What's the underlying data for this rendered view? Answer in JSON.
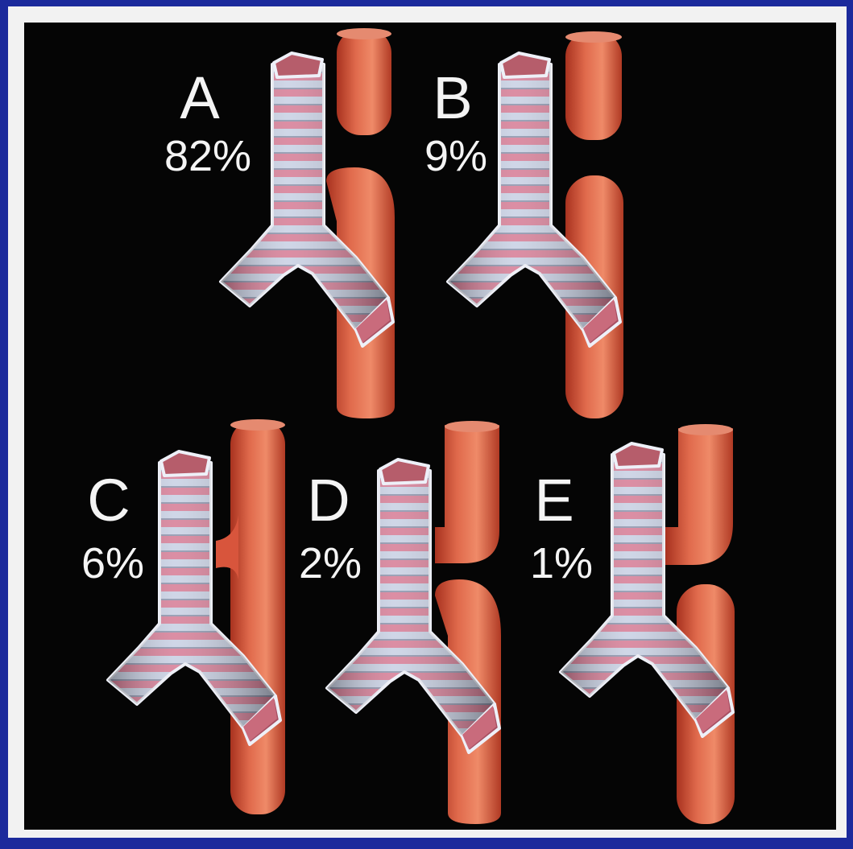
{
  "colors": {
    "slide_background": "#1c2a9c",
    "frame": "#f2f2f2",
    "panel": "#050505",
    "vessel": "#d8553c",
    "airway_ring": "#c9d1e4",
    "airway_band": "#d77f98",
    "label_text": "#f4f4f4"
  },
  "panels": [
    {
      "id": "A",
      "letter": "A",
      "percent": "82%"
    },
    {
      "id": "B",
      "letter": "B",
      "percent": "9%"
    },
    {
      "id": "C",
      "letter": "C",
      "percent": "6%"
    },
    {
      "id": "D",
      "letter": "D",
      "percent": "2%"
    },
    {
      "id": "E",
      "letter": "E",
      "percent": "1%"
    }
  ]
}
